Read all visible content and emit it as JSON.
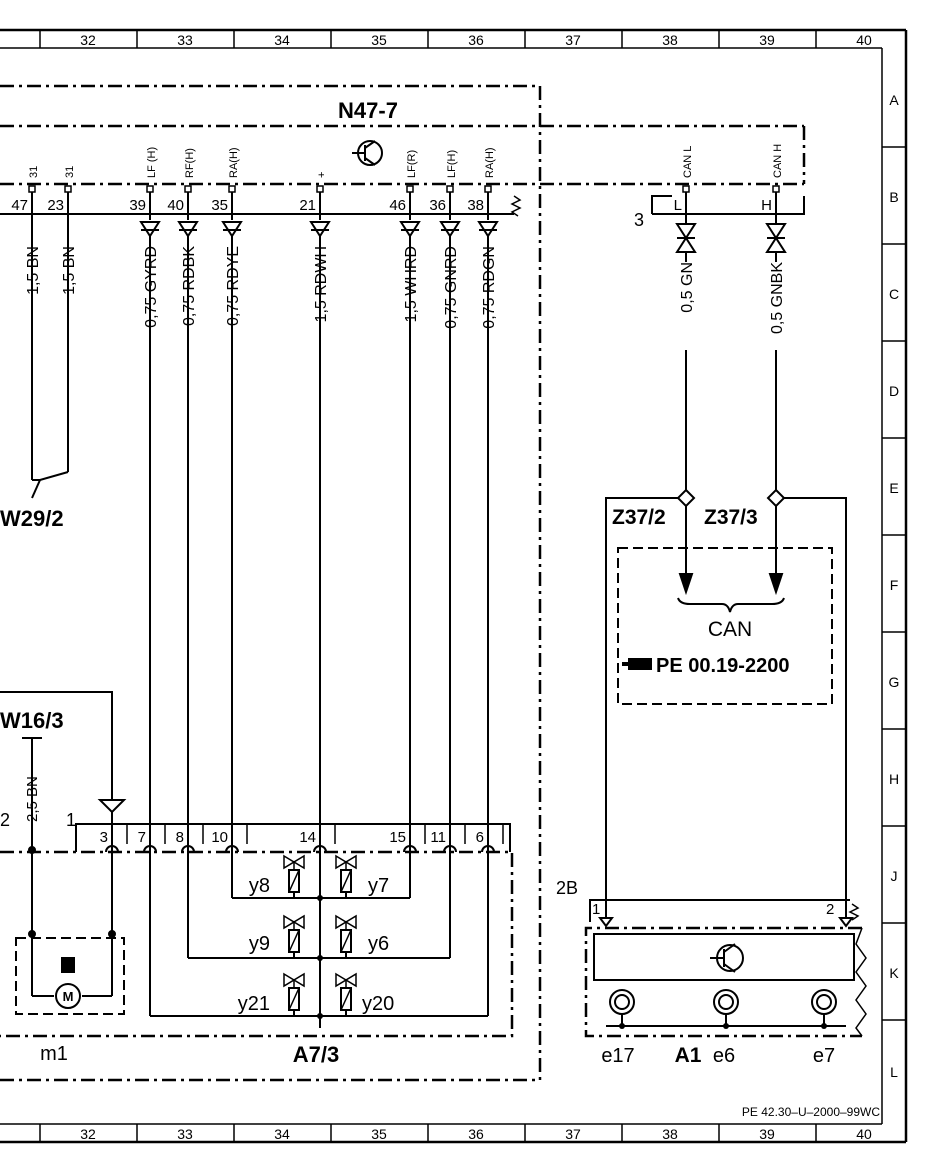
{
  "grid": {
    "columns_top": [
      "32",
      "33",
      "34",
      "35",
      "36",
      "37",
      "38",
      "39",
      "40"
    ],
    "columns_bottom": [
      "32",
      "33",
      "34",
      "35",
      "36",
      "37",
      "38",
      "39",
      "40"
    ],
    "rows": [
      "A",
      "B",
      "C",
      "D",
      "E",
      "F",
      "G",
      "H",
      "J",
      "K",
      "L"
    ]
  },
  "modules": {
    "n47_7": "N47-7",
    "w29_2": "W29/2",
    "w16_3": "W16/3",
    "a7_3": "A7/3",
    "m1": "m1",
    "z37_2": "Z37/2",
    "z37_3": "Z37/3",
    "a1": "A1",
    "can_box_title": "CAN",
    "can_box_ref": "PE  00.19-2200"
  },
  "n47_pins": [
    {
      "num": "47",
      "sig": "31",
      "wire": "1,5  BN"
    },
    {
      "num": "23",
      "sig": "31",
      "wire": "1,5  BN"
    },
    {
      "num": "39",
      "sig": "LF (H)",
      "wire": "0,75  GYRD"
    },
    {
      "num": "40",
      "sig": "RF(H)",
      "wire": "0,75  RDBK"
    },
    {
      "num": "35",
      "sig": "RA(H)",
      "wire": "0,75  RDYE"
    },
    {
      "num": "21",
      "sig": "+",
      "wire": "1,5  RDWH"
    },
    {
      "num": "46",
      "sig": "LF(R)",
      "wire": "1,5  WHRD"
    },
    {
      "num": "36",
      "sig": "LF(H)",
      "wire": "0,75  GNRD"
    },
    {
      "num": "38",
      "sig": "RA(H)",
      "wire": "0,75  RDGN"
    }
  ],
  "can_pins": [
    {
      "letter": "L",
      "sig": "CAN L",
      "wire": "0,5  GN"
    },
    {
      "letter": "H",
      "sig": "CAN H",
      "wire": "0,5  GNBK"
    }
  ],
  "can_connector_num": "3",
  "m1_wire": "2,5  BN",
  "a7_pins": [
    "3",
    "7",
    "8",
    "10",
    "14",
    "15",
    "11",
    "6"
  ],
  "a7_connector_left": "1",
  "m1_connector_num": "2",
  "valves": [
    "y8",
    "y7",
    "y9",
    "y6",
    "y21",
    "y20"
  ],
  "a1_connector": "2B",
  "a1_pins": [
    "1",
    "2"
  ],
  "a1_lamps": [
    "e17",
    "e6",
    "e7"
  ],
  "doc_ref": "PE 42.30–U–2000–99WC"
}
